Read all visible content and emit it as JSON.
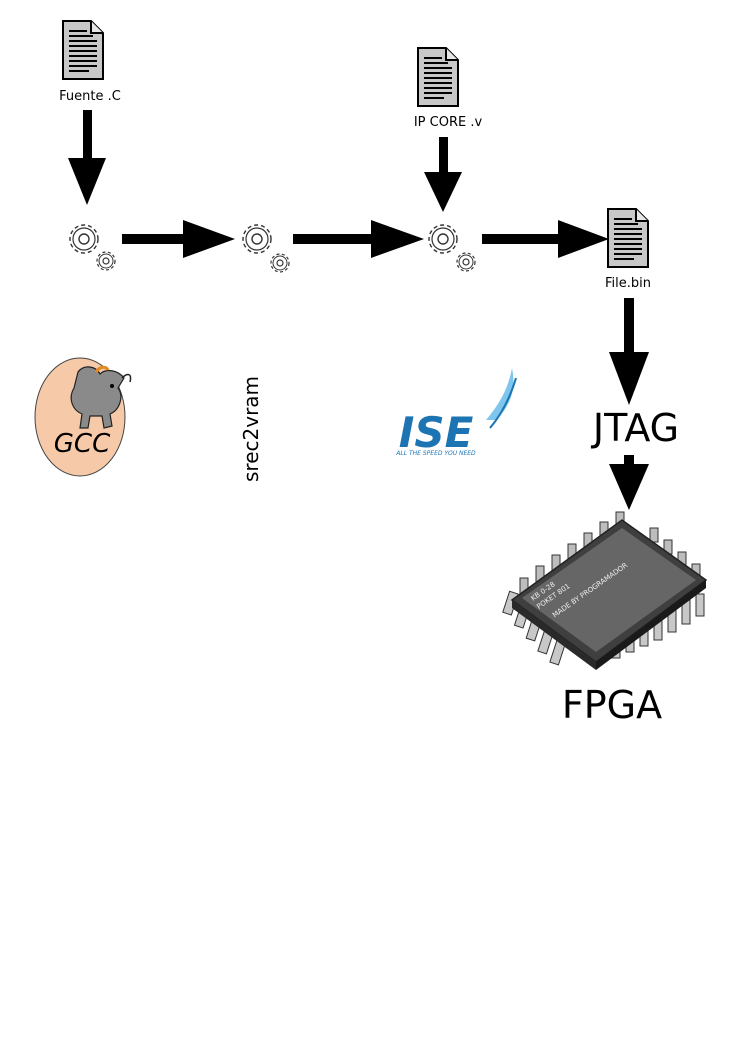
{
  "files": {
    "source": "Fuente .C",
    "ipcore": "IP CORE .v",
    "binary": "File.bin"
  },
  "tools": {
    "srec": "srec2vram",
    "gcc_logo": "GCC",
    "ise_logo": "ISE",
    "ise_tagline": "ALL THE SPEED YOU NEED"
  },
  "interfaces": {
    "jtag": "JTAG",
    "fpga": "FPGA"
  },
  "chip_marking": {
    "line1": "KB 0-28",
    "line2": "POKET 801",
    "line3": "MADE BY PROGRAMADOR"
  },
  "icons": [
    "document-icon",
    "gear-icon",
    "arrow-icon",
    "gcc-logo",
    "ise-logo",
    "chip-icon"
  ],
  "colors": {
    "gcc_egg": "#f6c9a8",
    "ise_blue": "#1d74b3",
    "chip_body": "#555555",
    "chip_pins": "#c8c8c8"
  }
}
